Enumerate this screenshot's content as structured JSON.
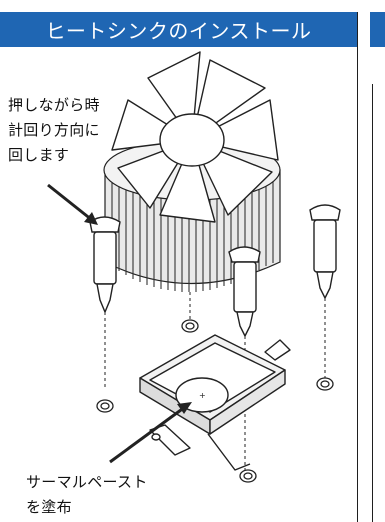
{
  "header": {
    "title": "ヒートシンクのインストール"
  },
  "captions": {
    "rotate_lines": [
      "押しながら時",
      "計回り方向に",
      "回します"
    ],
    "paste_lines": [
      "サーマルペースト",
      "を塗布"
    ]
  },
  "colors": {
    "title_bg": "#1f66b3",
    "title_text": "#ffffff",
    "line": "#1f1f1f"
  },
  "icons": [
    "fan-icon",
    "heatsink-icon",
    "push-pin-icon",
    "cpu-socket-icon",
    "mount-hole-icon",
    "arrow-icon"
  ]
}
